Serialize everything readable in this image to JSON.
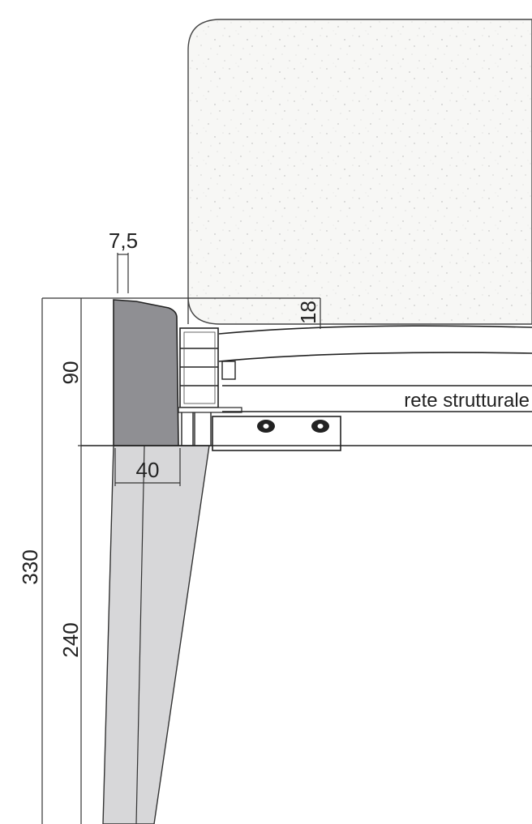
{
  "labels": {
    "dim_7_5": "7,5",
    "dim_18": "18",
    "dim_90": "90",
    "dim_40": "40",
    "dim_330": "330",
    "dim_240": "240",
    "rete": "rete strutturale"
  },
  "colors": {
    "mattress_fill": "#f6f6f4",
    "frame_dark": "#8f8f93",
    "leg_light": "#d7d7d9",
    "line": "#222222"
  }
}
